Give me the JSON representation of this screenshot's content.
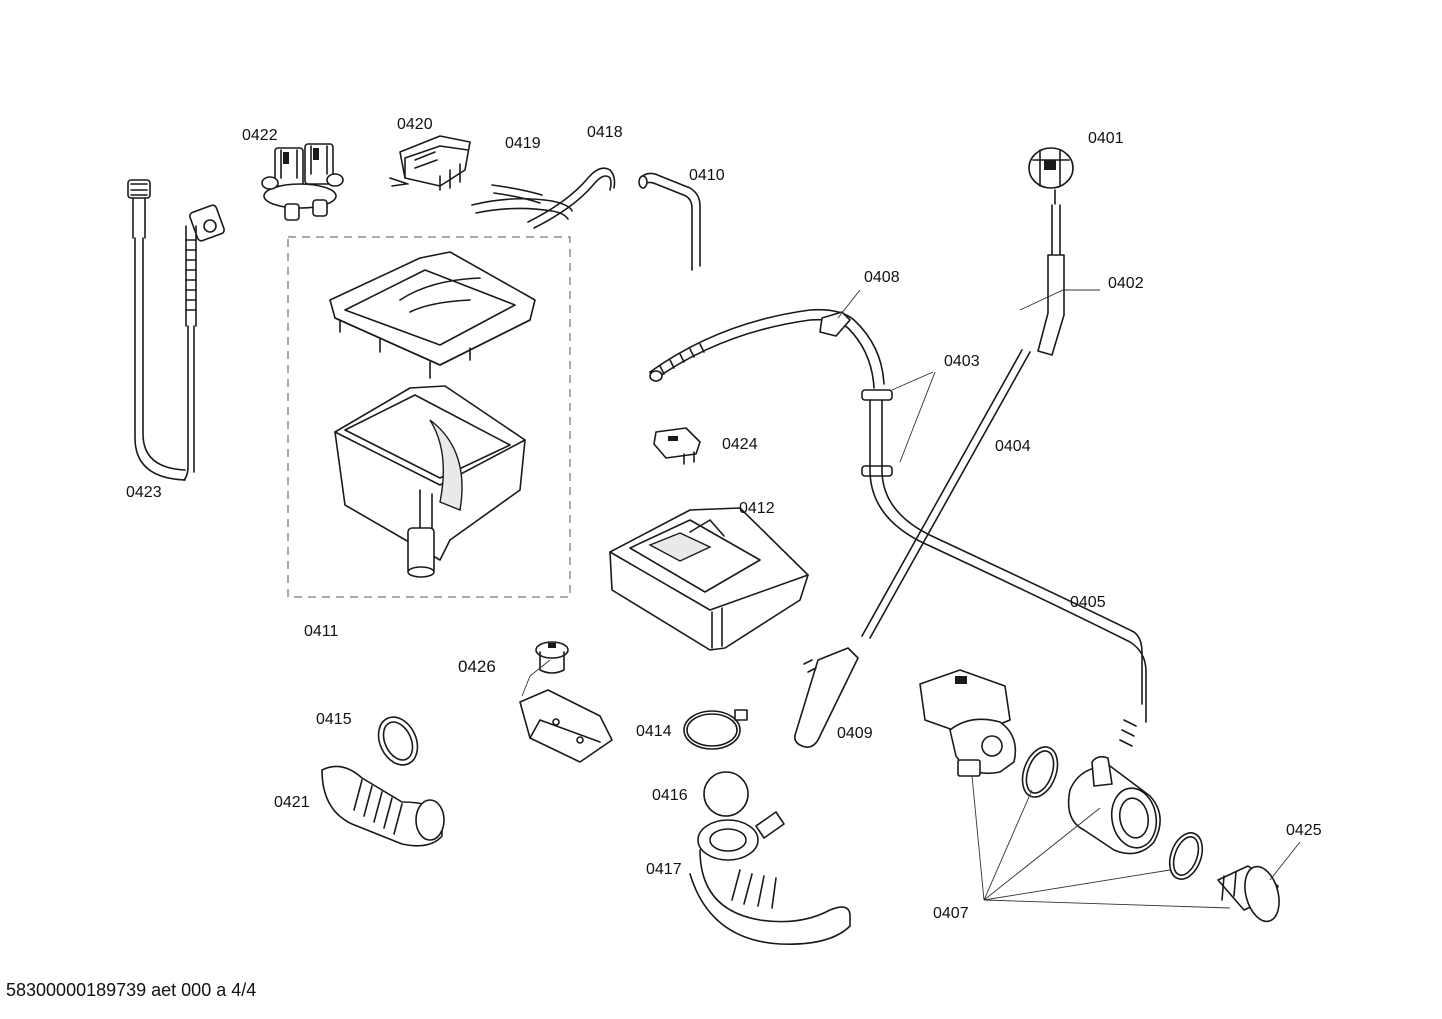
{
  "labels": {
    "p0401": "0401",
    "p0402": "0402",
    "p0403": "0403",
    "p0404": "0404",
    "p0405": "0405",
    "p0407": "0407",
    "p0408": "0408",
    "p0409": "0409",
    "p0410": "0410",
    "p0411": "0411",
    "p0412": "0412",
    "p0414": "0414",
    "p0415": "0415",
    "p0416": "0416",
    "p0417": "0417",
    "p0418": "0418",
    "p0419": "0419",
    "p0420": "0420",
    "p0421": "0421",
    "p0422": "0422",
    "p0423": "0423",
    "p0424": "0424",
    "p0425": "0425",
    "p0426": "0426"
  },
  "footer": "58300000189739 aet 000 a 4/4"
}
